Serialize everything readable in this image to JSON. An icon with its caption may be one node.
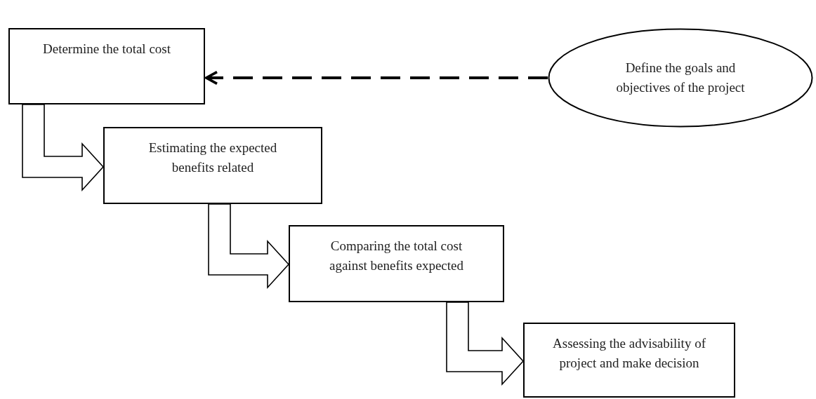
{
  "diagram": {
    "nodes": [
      {
        "text": [
          "Determine the total cost"
        ]
      },
      {
        "text": [
          "Define the goals and objectives of the project"
        ]
      },
      {
        "text": [
          "Estimating the expected benefits related"
        ]
      },
      {
        "text": [
          "Comparing the total cost against benefits expected"
        ]
      },
      {
        "text": [
          "Assessing the advisability of project and make decision"
        ]
      }
    ],
    "edges": [
      {
        "from": 1,
        "to": 0,
        "arrow": "to",
        "style": "dashed"
      },
      {
        "from": 0,
        "to": 2,
        "arrow": "to"
      },
      {
        "from": 2,
        "to": 3,
        "arrow": "to"
      },
      {
        "from": 3,
        "to": 4,
        "arrow": "to"
      }
    ]
  }
}
